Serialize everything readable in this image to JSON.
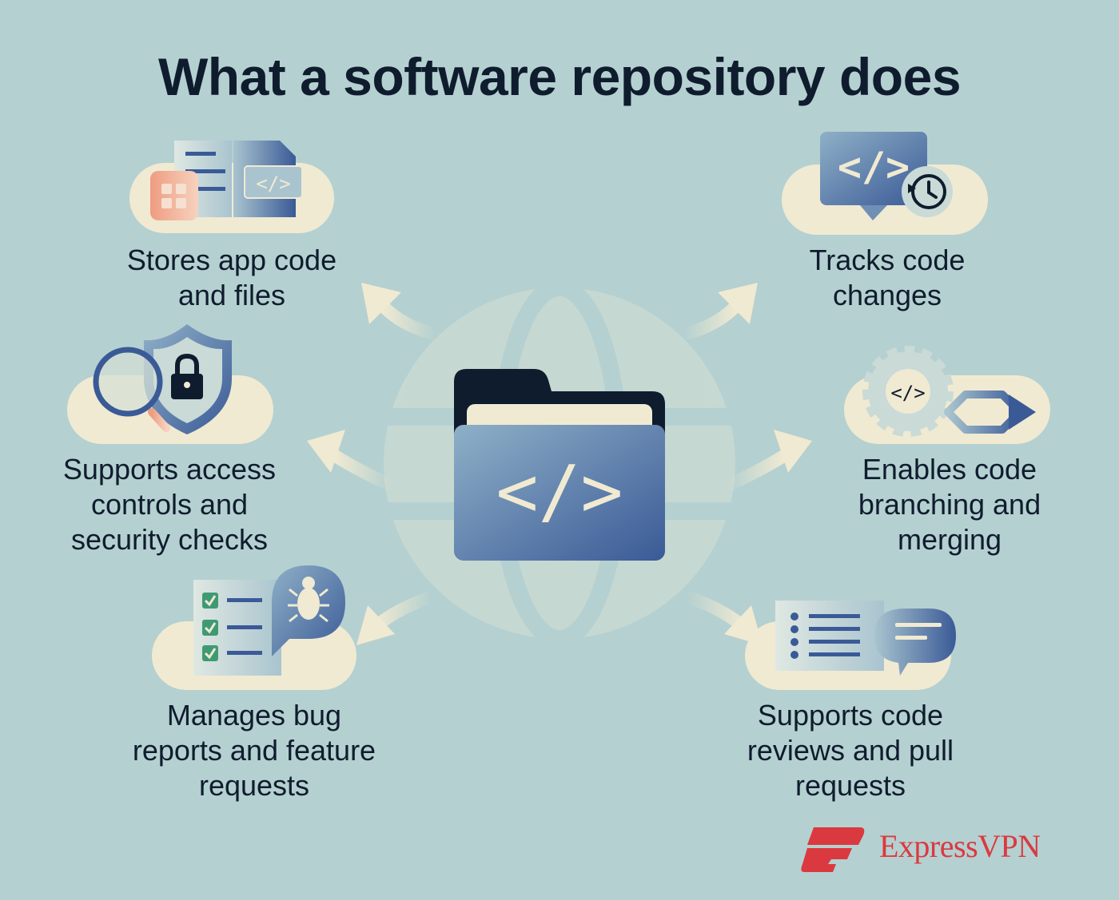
{
  "title": "What a software repository does",
  "center": {
    "code_glyph": "</>"
  },
  "features": [
    {
      "id": "stores",
      "lines": [
        "Stores app code",
        "and files"
      ],
      "icon": "files-code-icon"
    },
    {
      "id": "tracks",
      "lines": [
        "Tracks code",
        "changes"
      ],
      "icon": "code-history-icon"
    },
    {
      "id": "access",
      "lines": [
        "Supports access",
        "controls and",
        "security checks"
      ],
      "icon": "shield-lock-icon"
    },
    {
      "id": "branching",
      "lines": [
        "Enables code",
        "branching and",
        "merging"
      ],
      "icon": "gear-branch-icon"
    },
    {
      "id": "bugs",
      "lines": [
        "Manages bug",
        "reports and feature",
        "requests"
      ],
      "icon": "bug-checklist-icon"
    },
    {
      "id": "reviews",
      "lines": [
        "Supports code",
        "reviews and pull",
        "requests"
      ],
      "icon": "review-chat-icon"
    }
  ],
  "icon_glyphs": {
    "code": "</>"
  },
  "brand": {
    "name": "ExpressVPN",
    "color": "#da3940"
  },
  "colors": {
    "background": "#b5d0d0",
    "cream": "#f0ead2",
    "navy": "#0f1c2e",
    "blue": "#3a5a97",
    "coral": "#ef9c80",
    "green": "#3f9a74"
  }
}
